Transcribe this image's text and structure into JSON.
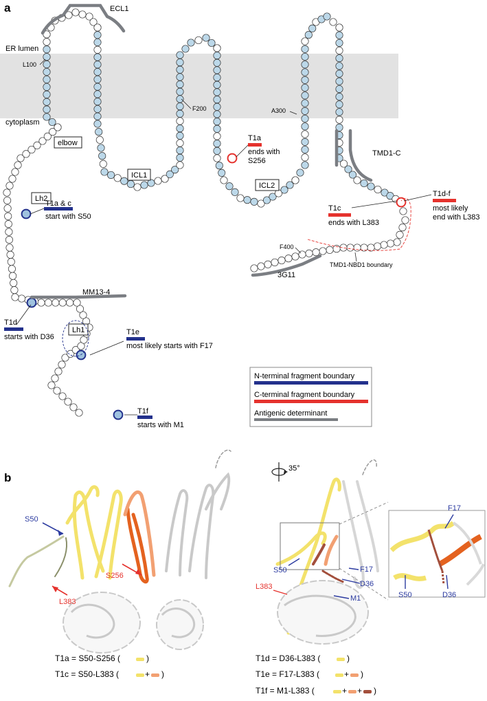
{
  "panel_a": {
    "letter": "a",
    "region_labels": {
      "er_lumen": "ER lumen",
      "cytoplasm": "cytoplasm",
      "ecl1": "ECL1",
      "icl1": "ICL1",
      "icl2": "ICL2",
      "elbow": "elbow",
      "lh1": "Lh1",
      "lh2": "Lh2",
      "mm13_4": "MM13-4",
      "tmd1c": "TMD1-C",
      "ab_3g11": "3G11",
      "boundary": "TMD1-NBD1 boundary"
    },
    "residue_markers": [
      "L100",
      "F200",
      "A300",
      "F400"
    ],
    "annotations": {
      "t1a_c": {
        "name": "T1a & c",
        "text": "start with S50"
      },
      "t1d": {
        "name": "T1d",
        "text": "starts with D36"
      },
      "t1e": {
        "name": "T1e",
        "text": "most likely starts with F17"
      },
      "t1f": {
        "name": "T1f",
        "text": "starts with M1"
      },
      "t1a": {
        "name": "T1a",
        "line1": "ends with",
        "line2": "S256"
      },
      "t1c": {
        "name": "T1c",
        "text": "ends with L383"
      },
      "t1df": {
        "name": "T1d-f",
        "line1": "most likely",
        "line2": "end with L383"
      }
    },
    "legend": {
      "n_term": "N-terminal fragment boundary",
      "c_term": "C-terminal fragment boundary",
      "antigenic": "Antigenic determinant"
    },
    "colors": {
      "tm_band": "#e2e2e2",
      "tm_residue": "#bcd8e9",
      "n_term": "#23318c",
      "c_term": "#e5322d",
      "antigenic": "#7b7e83"
    }
  },
  "panel_b": {
    "letter": "b",
    "rotation": "35°",
    "site_labels": {
      "s50": "S50",
      "l383": "L383",
      "s256": "S256",
      "f17": "F17",
      "d36": "D36",
      "m1": "M1"
    },
    "captions": {
      "t1a": "T1a = S50-S256 (",
      "t1c": "T1c = S50-L383 (",
      "t1d": "T1d = D36-L383 (",
      "t1e": "T1e = F17-L383 (",
      "t1f": "T1f = M1-L383 (",
      "plus": "+",
      "close": ")"
    },
    "colors": {
      "yellow": "#f3e26b",
      "salmon": "#f2a072",
      "brown": "#a34f3c",
      "orange": "#e4621f",
      "grey": "#c9c9c9",
      "label_blue": "#2c3ba0",
      "label_red": "#e5322d"
    }
  }
}
